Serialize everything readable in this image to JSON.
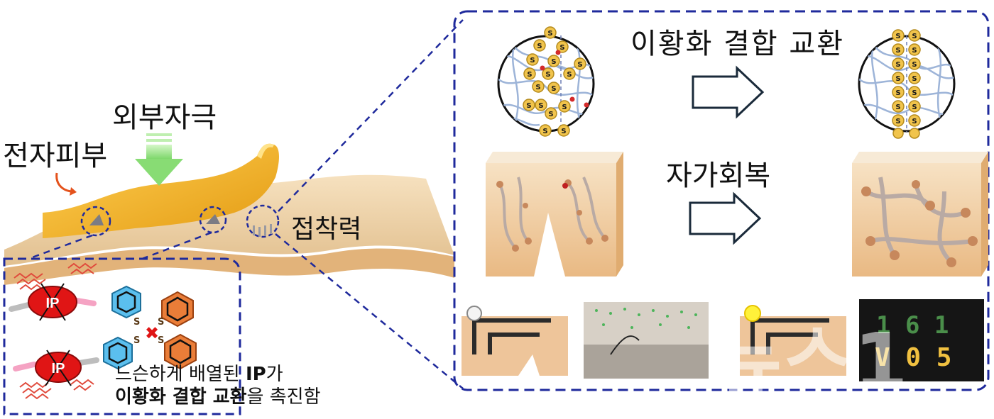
{
  "labels": {
    "external_stimulus": "외부자극",
    "electronic_skin": "전자피부",
    "adhesion": "접착력",
    "disulfide_exchange": "이황화 결합 교환",
    "self_healing": "자가회복"
  },
  "caption": {
    "line1_a": "느슨하게 배열된 ",
    "line1_b": "IP",
    "line1_c": "가",
    "line2_a": "이황화 결합 교환",
    "line2_b": "을 촉진함"
  },
  "molecules": {
    "ip_text": "IP",
    "sulfur": "S"
  },
  "display_digits": {
    "top": "1 6 1",
    "bottom": "V 0 5"
  },
  "watermark": "뉴스1",
  "colors": {
    "dash_border": "#1f2a9c",
    "skin_gold": "#f0b425",
    "substrate": "#eed1a5",
    "arrow_green": "#9be38c",
    "ip_red": "#e01515",
    "benzene_blue": "#5bbfee",
    "benzene_orange": "#ea7d38",
    "sulfur_ball": "#f1c44c"
  }
}
